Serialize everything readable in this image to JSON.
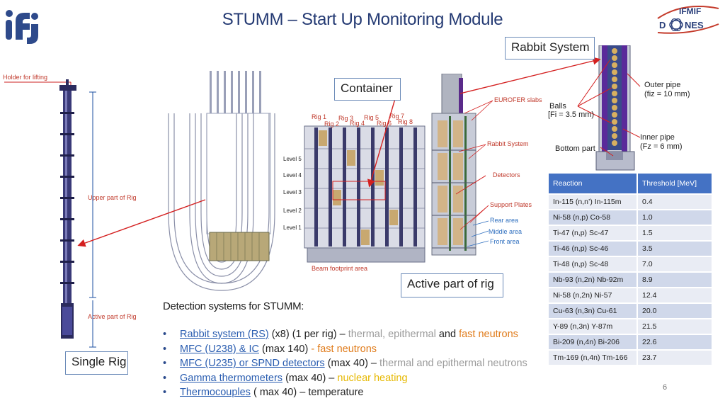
{
  "slide": {
    "title": "STUMM – Start Up Monitoring Module",
    "page_number": "6"
  },
  "labels": {
    "rabbit_system": "Rabbit System",
    "container": "Container",
    "active_part": "Active part of rig",
    "single_rig": "Single Rig"
  },
  "logos": {
    "dones_text_top": "IFMIF",
    "dones_text_left": "D",
    "dones_text_right": "NES"
  },
  "rig_diagram": {
    "holder": "Holder for lifting",
    "upper": "Upper part of Rig",
    "active": "Active part of Rig"
  },
  "container_diagram": {
    "rigs_top": [
      "Rig 1",
      "Rig 3",
      "Rig 5",
      "Rig 7"
    ],
    "rigs_bottom": [
      "Rig 2",
      "Rig 4",
      "Rig 6",
      "Rig 8"
    ],
    "levels": [
      "Level 5",
      "Level 4",
      "Level 3",
      "Level 2",
      "Level 1"
    ],
    "beam": "Beam footprint area"
  },
  "active_diagram": {
    "eurofer": "EUROFER slabs",
    "rabbit": "Rabbit System",
    "detectors": "Detectors",
    "support": "Support Plates",
    "rear": "Rear area",
    "middle": "Middle area",
    "front": "Front area"
  },
  "rabbit_diagram": {
    "outer_pipe": "Outer pipe",
    "outer_fiz": "(fiz = 10 mm)",
    "balls": "Balls",
    "balls_fi": "[Fi = 3.5 mm)",
    "inner_pipe": "Inner pipe",
    "inner_fz": "(Fz = 6 mm)",
    "bottom": "Bottom part"
  },
  "reaction_table": {
    "headers": [
      "Reaction",
      "Threshold [MeV]"
    ],
    "rows": [
      [
        "In-115 (n,n’) In-115m",
        "0.4"
      ],
      [
        "Ni-58 (n,p) Co-58",
        "1.0"
      ],
      [
        "Ti-47 (n,p) Sc-47",
        "1.5"
      ],
      [
        "Ti-46 (n,p) Sc-46",
        "3.5"
      ],
      [
        "Ti-48 (n,p) Sc-48",
        "7.0"
      ],
      [
        "Nb-93 (n,2n) Nb-92m",
        "8.9"
      ],
      [
        "Ni-58 (n,2n) Ni-57",
        "12.4"
      ],
      [
        "Cu-63 (n,3n) Cu-61",
        "20.0"
      ],
      [
        "Y-89 (n,3n) Y-87m",
        "21.5"
      ],
      [
        "Bi-209 (n,4n) Bi-206",
        "22.6"
      ],
      [
        "Tm-169 (n,4n) Tm-166",
        "23.7"
      ]
    ]
  },
  "detection": {
    "title": "Detection systems for STUMM:",
    "items": [
      {
        "name": "Rabbit system (RS)",
        "detail": " (x8) (1 per rig) – ",
        "hl1": "thermal, epithermal",
        "mid": " and ",
        "hl2": "fast neutrons"
      },
      {
        "name": "MFC (U238) & IC",
        "detail": " (max 140) ",
        "hl1": "- fast neutrons"
      },
      {
        "name": "MFC (U235) or SPND detectors",
        "detail": " (max 40) – ",
        "hl1": "thermal and epithermal neutrons"
      },
      {
        "name": "Gamma thermometers",
        "detail": " (max 40) – ",
        "hl1": "nuclear heating"
      },
      {
        "name": "Thermocouples",
        "detail": " ( max 40) – temperature"
      }
    ]
  },
  "colors": {
    "title": "#243a73",
    "table_header": "#4472c4",
    "pointer": "#d42020",
    "link_blue": "#2a5db0"
  }
}
